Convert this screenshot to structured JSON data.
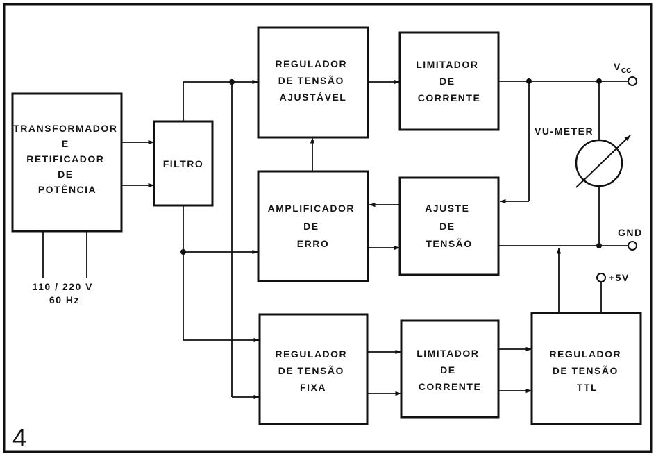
{
  "figure": {
    "number": "4"
  },
  "blocks": {
    "transformador": {
      "lines": [
        "TRANSFORMADOR",
        "E",
        "RETIFICADOR",
        "DE",
        "POTÊNCIA"
      ]
    },
    "filtro": {
      "lines": [
        "FILTRO"
      ]
    },
    "regulador_ajustavel": {
      "lines": [
        "REGULADOR",
        "DE TENSÃO",
        "AJUSTÁVEL"
      ]
    },
    "limitador_superior": {
      "lines": [
        "LIMITADOR",
        "DE",
        "CORRENTE"
      ]
    },
    "amplificador": {
      "lines": [
        "AMPLIFICADOR",
        "DE",
        "ERRO"
      ]
    },
    "ajuste": {
      "lines": [
        "AJUSTE",
        "DE",
        "TENSÃO"
      ]
    },
    "regulador_fixa": {
      "lines": [
        "REGULADOR",
        "DE TENSÃO",
        "FIXA"
      ]
    },
    "limitador_inferior": {
      "lines": [
        "LIMITADOR",
        "DE",
        "CORRENTE"
      ]
    },
    "regulador_ttl": {
      "lines": [
        "REGULADOR",
        "DE TENSÃO",
        "TTL"
      ]
    }
  },
  "labels": {
    "mains": [
      "110 / 220 V",
      "60 Hz"
    ],
    "vcc_main": "V",
    "vcc_sub": "CC",
    "gnd": "GND",
    "plus5v": "+5V",
    "vu_meter": "VU-METER"
  },
  "colors": {
    "ink": "#111111",
    "paper": "#ffffff"
  }
}
